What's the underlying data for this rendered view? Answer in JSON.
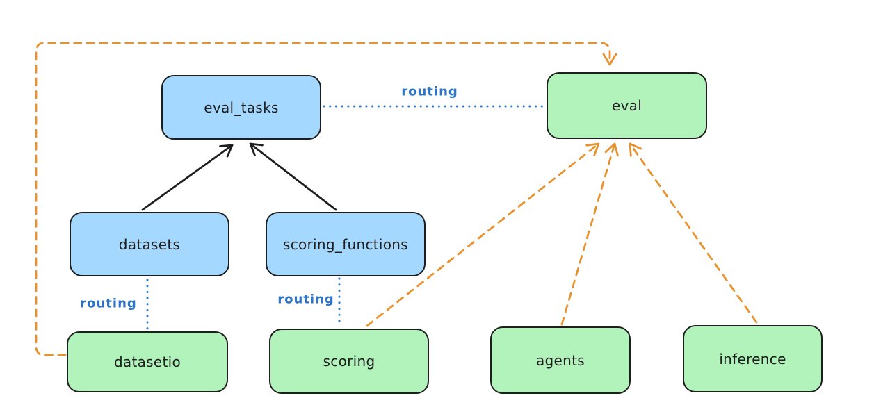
{
  "nodes": {
    "eval_tasks": {
      "label": "eval_tasks",
      "kind": "api"
    },
    "eval": {
      "label": "eval",
      "kind": "provider"
    },
    "datasets": {
      "label": "datasets",
      "kind": "api"
    },
    "scoring_functions": {
      "label": "scoring_functions",
      "kind": "api"
    },
    "datasetio": {
      "label": "datasetio",
      "kind": "provider"
    },
    "scoring": {
      "label": "scoring",
      "kind": "provider"
    },
    "agents": {
      "label": "agents",
      "kind": "provider"
    },
    "inference": {
      "label": "inference",
      "kind": "provider"
    }
  },
  "edge_labels": {
    "eval_tasks_to_eval": "routing",
    "datasets_to_datasetio": "routing",
    "scoring_functions_to_scoring": "routing"
  },
  "colors": {
    "api_node_fill": "#a5d8ff",
    "provider_node_fill": "#b2f2bb",
    "node_stroke": "#1e1e1e",
    "routing_blue": "#2e74c4",
    "dashed_orange": "#e8922e",
    "solid_arrow_black": "#1e1e1e",
    "background": "#ffffff"
  }
}
